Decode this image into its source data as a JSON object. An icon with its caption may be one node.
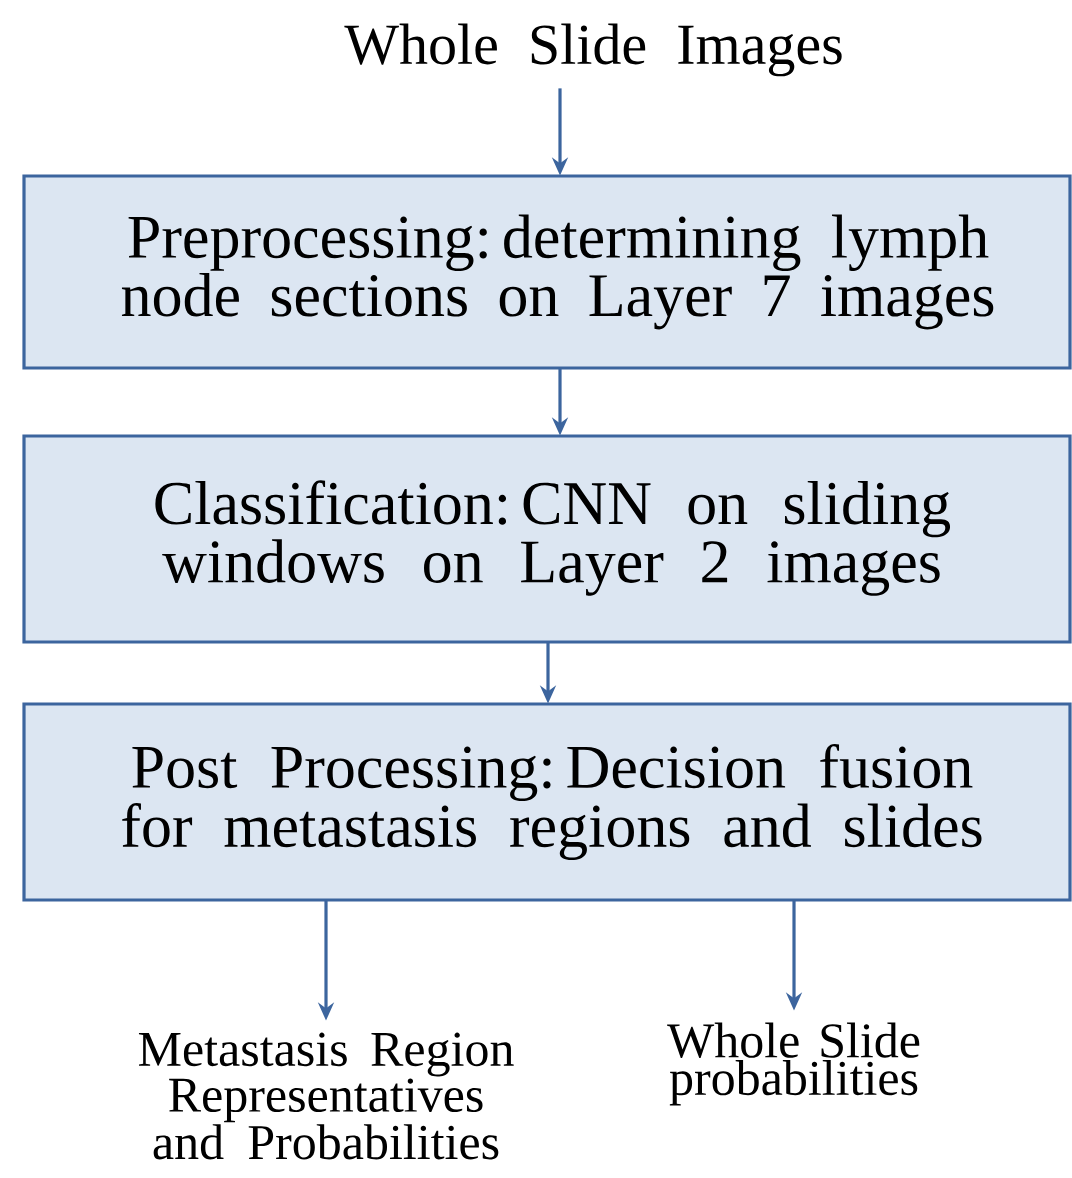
{
  "diagram": {
    "nodes": [
      {
        "text": [
          "Whole Slide Images"
        ]
      },
      {
        "text": [
          "Preprocessing: determining lymph node sections on Layer 7 images"
        ]
      },
      {
        "text": [
          "Classification: CNN on sliding windows on Layer 2 images"
        ]
      },
      {
        "text": [
          "Post Processing: Decision fusion for metastasis regions and slides"
        ]
      },
      {
        "text": [
          "Metastasis Region Representatives and Probabilities"
        ]
      },
      {
        "text": [
          "Whole Slide probabilities"
        ]
      }
    ],
    "edges": [
      {
        "from": 0,
        "to": 1,
        "arrow": "to"
      },
      {
        "from": 1,
        "to": 2,
        "arrow": "to"
      },
      {
        "from": 2,
        "to": 3,
        "arrow": "to"
      },
      {
        "from": 3,
        "to": 4,
        "arrow": "to"
      },
      {
        "from": 3,
        "to": 5,
        "arrow": "to"
      }
    ]
  }
}
